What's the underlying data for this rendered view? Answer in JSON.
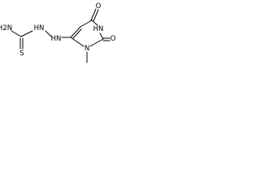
{
  "molecule": {
    "atoms": {
      "nh2": "H2N",
      "s": "S",
      "nh_link_1": "HN",
      "nh_link_2": "HN",
      "nh_ring": "HN",
      "n_methyl": "N",
      "o_top": "O",
      "o_bottom": "O"
    },
    "methyl_label": ""
  }
}
